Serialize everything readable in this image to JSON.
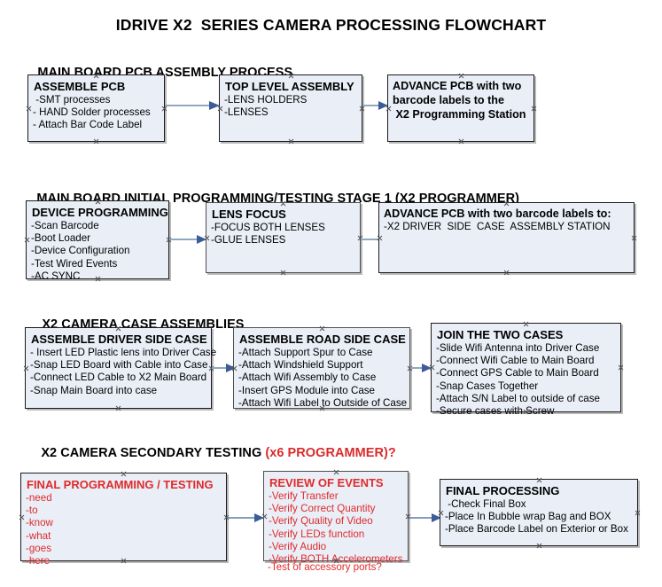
{
  "title": "IDRIVE X2  SERIES CAMERA PROCESSING FLOWCHART",
  "colors": {
    "box_fill": "#e9eef7",
    "box_border": "#1a1a1a",
    "arrow_line": "#8fa8c0",
    "arrow_head": "#3b5c99",
    "red_text": "#e02b2b",
    "page_background": "#ffffff"
  },
  "sections": [
    {
      "heading": "MAIN BOARD PCB ASSEMBLY PROCESS",
      "heading_suffix": "",
      "boxes": [
        {
          "title": "ASSEMBLE PCB",
          "title_color": "black",
          "lines": [
            " -SMT processes",
            "- HAND Solder processes",
            "- Attach Bar Code Label"
          ]
        },
        {
          "title": "TOP LEVEL ASSEMBLY",
          "title_color": "black",
          "lines": [
            "-LENS HOLDERS",
            "-LENSES"
          ]
        },
        {
          "title": "ADVANCE PCB with two",
          "title_color": "black",
          "lines": [
            "barcode labels to the",
            " X2 Programming Station"
          ]
        }
      ]
    },
    {
      "heading": "MAIN BOARD INITIAL PROGRAMMING/TESTING STAGE 1 (X2 PROGRAMMER)",
      "heading_suffix": "",
      "boxes": [
        {
          "title": "DEVICE PROGRAMMING",
          "title_color": "black",
          "lines": [
            "-Scan Barcode",
            "-Boot Loader",
            "-Device Configuration",
            "-Test Wired Events",
            "-AC SYNC"
          ]
        },
        {
          "title": "LENS FOCUS",
          "title_color": "black",
          "lines": [
            "-FOCUS BOTH LENSES",
            "-GLUE LENSES"
          ]
        },
        {
          "title": "ADVANCE PCB with two barcode labels to:",
          "title_color": "black",
          "lines": [
            "-X2 DRIVER  SIDE  CASE  ASSEMBLY STATION"
          ]
        }
      ]
    },
    {
      "heading": "X2 CAMERA CASE ASSEMBLIES",
      "heading_suffix": "",
      "boxes": [
        {
          "title": "ASSEMBLE DRIVER SIDE CASE",
          "title_color": "black",
          "lines": [
            "- Insert LED Plastic lens into Driver Case",
            "-Snap LED Board with Cable into Case",
            "-Connect LED Cable to X2 Main Board",
            "-Snap Main Board into case"
          ]
        },
        {
          "title": "ASSEMBLE ROAD SIDE CASE",
          "title_color": "black",
          "lines": [
            "-Attach Support Spur to Case",
            "-Attach Windshield Support",
            "-Attach Wifi Assembly to Case",
            "-Insert GPS Module into Case",
            "-Attach Wifi Label to Outside of Case"
          ]
        },
        {
          "title": "JOIN THE TWO CASES",
          "title_color": "black",
          "lines": [
            "-Slide Wifi Antenna into Driver Case",
            "-Connect Wifi Cable to Main Board",
            "-Connect GPS Cable to Main Board",
            "-Snap Cases Together",
            "-Attach S/N Label to outside of case",
            "-Secure cases with Screw"
          ]
        }
      ]
    },
    {
      "heading": "X2 CAMERA SECONDARY TESTING ",
      "heading_suffix": "(x6 PROGRAMMER)?",
      "boxes": [
        {
          "title": "FINAL PROGRAMMING / TESTING",
          "title_color": "red",
          "lines": [
            "-need",
            "-to",
            "-know",
            "-what",
            "-goes",
            "-here"
          ]
        },
        {
          "title": "REVIEW OF EVENTS",
          "title_color": "red",
          "lines": [
            "-Verify Transfer",
            "-Verify Correct Quantity",
            "-Verify Quality of Video",
            "-Verify LEDs function",
            "-Verify Audio",
            "-Verify BOTH Accelerometers"
          ],
          "overflow_line": "-Test of accessory ports?"
        },
        {
          "title": "FINAL PROCESSING",
          "title_color": "black",
          "lines": [
            " -Check Final Box",
            "-Place In Bubble wrap Bag and BOX",
            "-Place Barcode Label on Exterior or Box"
          ]
        }
      ]
    }
  ]
}
